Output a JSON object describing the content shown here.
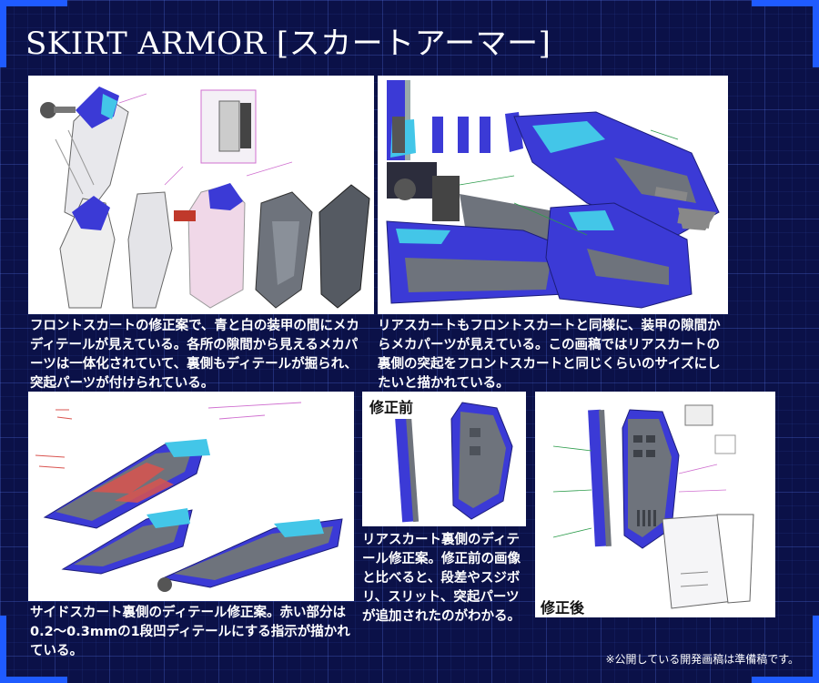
{
  "title": "SKIRT ARMOR [スカートアーマー]",
  "captions": {
    "front_skirt": "フロントスカートの修正案で、青と白の装甲の間にメカディテールが見えている。各所の隙間から見えるメカパーツは一体化されていて、裏側もディテールが掘られ、突起パーツが付けられている。",
    "rear_skirt": "リアスカートもフロントスカートと同様に、装甲の隙間からメカパーツが見えている。この画稿ではリアスカートの裏側の突起をフロントスカートと同じくらいのサイズにしたいと描かれている。",
    "side_skirt": "サイドスカート裏側のディテール修正案。赤い部分は0.2～0.3mmの1段凹ディテールにする指示が描かれている。",
    "rear_detail": "リアスカート裏側のディテール修正案。修正前の画像と比べると、段差やスジボリ、スリット、突起パーツが追加されたのがわかる。"
  },
  "labels": {
    "before": "修正前",
    "after": "修正後"
  },
  "footnote": "※公開している開発画稿は準備稿です。",
  "colors": {
    "background": "#0b1148",
    "accent": "#1f5bff",
    "armor_blue": "#3b3ad6",
    "armor_cyan": "#43c6e8",
    "mecha_gray": "#6e737c",
    "red_detail": "#d9534f"
  }
}
